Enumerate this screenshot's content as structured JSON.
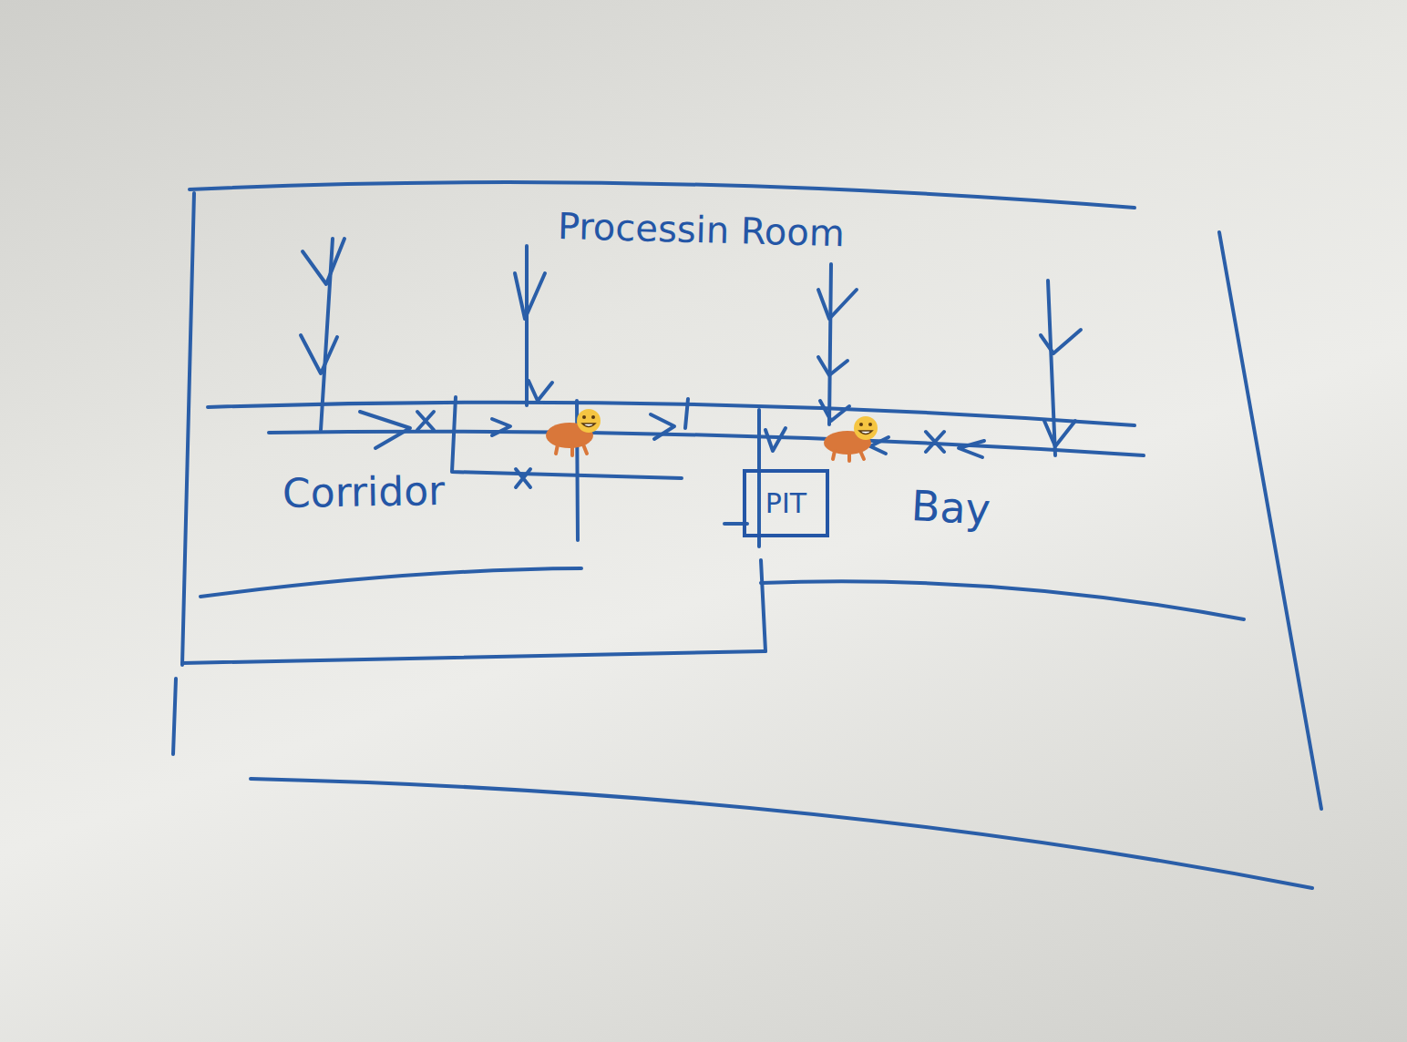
{
  "diagram": {
    "nodes": [
      {
        "text": [
          "PIT"
        ]
      }
    ],
    "labels": [
      "Processin Room",
      "Corridor",
      "Bay"
    ]
  }
}
